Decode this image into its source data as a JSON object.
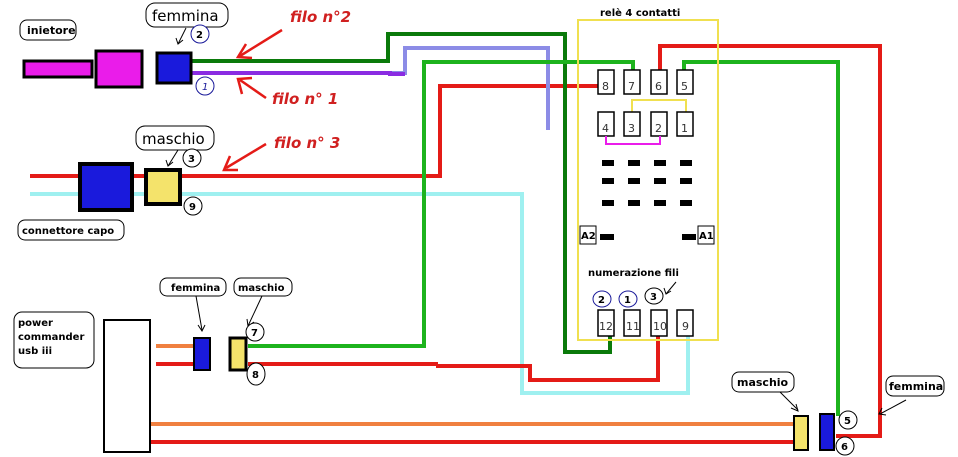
{
  "labels": {
    "iniettore": "inietore",
    "femmina_top": "femmina",
    "filo2": "filo n°2",
    "filo1": "filo n°  1",
    "filo3": "filo n° 3",
    "maschio_mid": "maschio",
    "connettore": "connettore capo",
    "rele": "relè 4 contatti",
    "numerazione": "numerazione fili",
    "power_commander": [
      "power",
      "commander",
      "usb iii"
    ],
    "femmina_pc": "femmina",
    "maschio_pc": "maschio",
    "maschio_bottom": "maschio",
    "femmina_bottom": "femmina"
  },
  "circle_numbers": {
    "c2_top": "2",
    "c1_top": "1",
    "c3": "3",
    "c9": "9",
    "c7": "7",
    "c8": "8",
    "c5": "5",
    "c6": "6",
    "n2": "2",
    "n1": "1",
    "n3": "3"
  },
  "relay": {
    "top_pins": [
      "8",
      "7",
      "6",
      "5"
    ],
    "mid_pins": [
      "4",
      "3",
      "2",
      "1"
    ],
    "bottom_pins": [
      "12",
      "11",
      "10",
      "9"
    ],
    "coil_labels": [
      "A2",
      "A1"
    ]
  },
  "colors": {
    "red": "#e41b17",
    "green": "#1db31d",
    "dark_green": "#0a7a0a",
    "purple": "#8a2be2",
    "lavender": "#8c8ce6",
    "cyan": "#9ff0f0",
    "orange": "#f08040",
    "yellow": "#f4e36b",
    "blue": "#1a1adc",
    "magenta": "#ea1cea",
    "relay_yellow": "#f0e050",
    "label_red": "#d02020"
  }
}
